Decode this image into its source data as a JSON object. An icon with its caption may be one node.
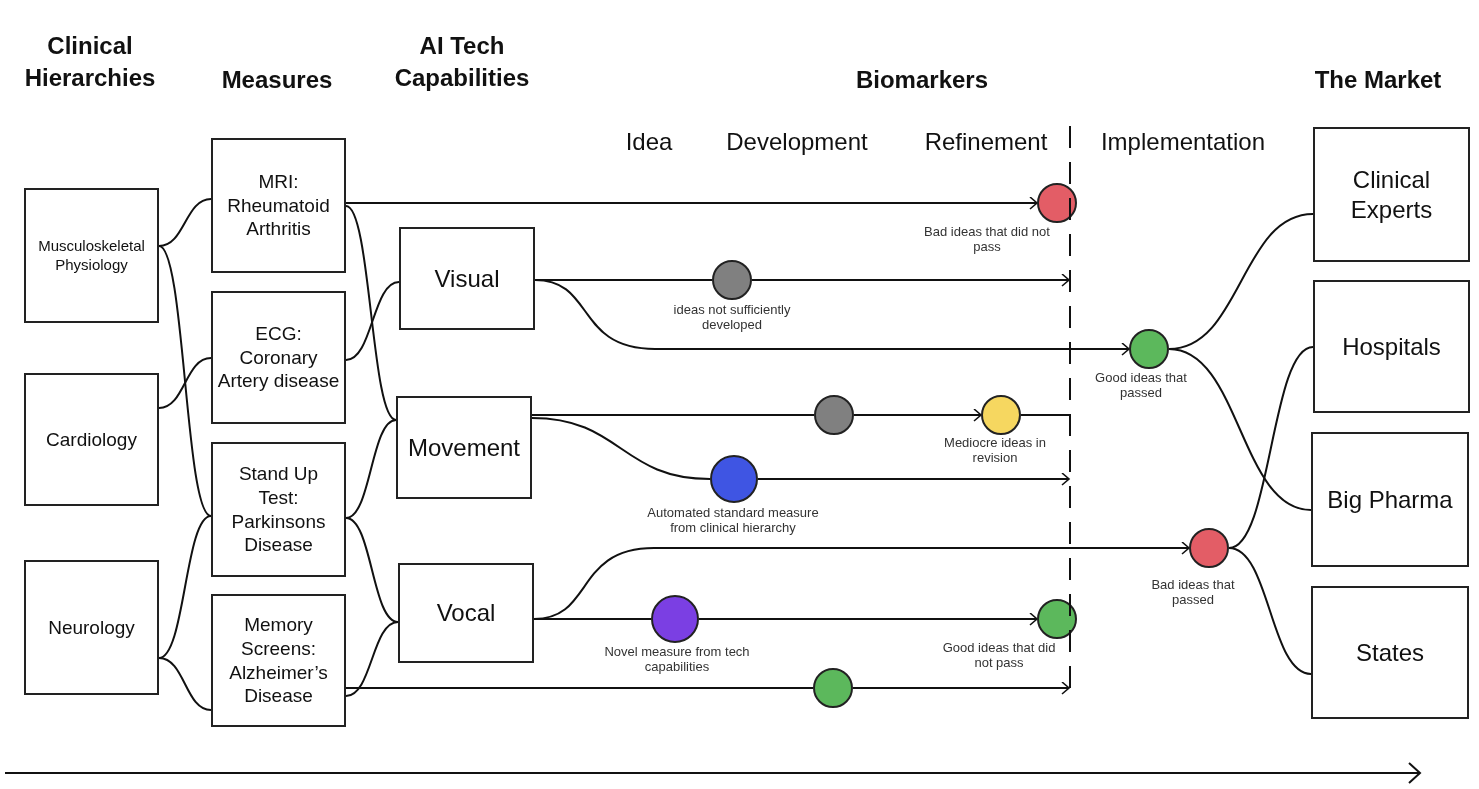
{
  "diagram": {
    "nodes": [
      {
        "text": [
          "Musculoskeletal Physiology"
        ]
      },
      {
        "text": [
          "Cardiology"
        ]
      },
      {
        "text": [
          "Neurology"
        ]
      },
      {
        "text": [
          "MRI: Rheumatoid Arthritis"
        ]
      },
      {
        "text": [
          "ECG: Coronary Artery disease"
        ]
      },
      {
        "text": [
          "Stand Up Test: Parkinsons Disease"
        ]
      },
      {
        "text": [
          "Memory Screens: Alzheimer’s Disease"
        ]
      },
      {
        "text": [
          "Visual"
        ]
      },
      {
        "text": [
          "Movement"
        ]
      },
      {
        "text": [
          "Vocal"
        ]
      },
      {
        "text": [
          "Clinical Experts"
        ]
      },
      {
        "text": [
          "Hospitals"
        ]
      },
      {
        "text": [
          "Big Pharma"
        ]
      },
      {
        "text": [
          "States"
        ]
      },
      {
        "text": [],
        "shape": "circle",
        "beside": [
          "Bad ideas that did not pass"
        ]
      },
      {
        "text": [],
        "shape": "circle",
        "beside": [
          "ideas not sufficiently developed"
        ]
      },
      {
        "text": [],
        "shape": "circle",
        "beside": [
          "Good ideas that passed"
        ]
      },
      {
        "text": [],
        "shape": "circle"
      },
      {
        "text": [],
        "shape": "circle",
        "beside": [
          "Mediocre ideas in revision"
        ]
      },
      {
        "text": [],
        "shape": "circle",
        "beside": [
          "Automated standard measure from clinical hierarchy"
        ]
      },
      {
        "text": [],
        "shape": "circle",
        "beside": [
          "Bad ideas that passed"
        ]
      },
      {
        "text": [],
        "shape": "circle",
        "beside": [
          "Novel measure from tech capabilities"
        ]
      },
      {
        "text": [],
        "shape": "circle",
        "beside": [
          "Good ideas that did not pass"
        ]
      },
      {
        "text": [],
        "shape": "circle"
      },
      {
        "text": [],
        "shape": "line"
      }
    ],
    "edges": [
      {
        "from": 0,
        "to": 3,
        "arrow": "none"
      },
      {
        "from": 0,
        "to": 5,
        "arrow": "none"
      },
      {
        "from": 1,
        "to": 4,
        "arrow": "none"
      },
      {
        "from": 2,
        "to": 5,
        "arrow": "none"
      },
      {
        "from": 2,
        "to": 6,
        "arrow": "none"
      },
      {
        "from": 3,
        "to": 8,
        "arrow": "none"
      },
      {
        "from": 4,
        "to": 7,
        "arrow": "none"
      },
      {
        "from": 5,
        "to": 8,
        "arrow": "none"
      },
      {
        "from": 5,
        "to": 9,
        "arrow": "none"
      },
      {
        "from": 6,
        "to": 9,
        "arrow": "none"
      },
      {
        "from": 3,
        "to": 14,
        "arrow": "to"
      },
      {
        "from": 6,
        "to": 23,
        "arrow": "none"
      },
      {
        "from": 23,
        "to": 24,
        "arrow": "to"
      },
      {
        "from": 7,
        "to": 15,
        "arrow": "none"
      },
      {
        "from": 15,
        "to": 24,
        "arrow": "to"
      },
      {
        "from": 7,
        "to": 16,
        "arrow": "to"
      },
      {
        "from": 16,
        "to": 10,
        "arrow": "none"
      },
      {
        "from": 16,
        "to": 12,
        "arrow": "none"
      },
      {
        "from": 8,
        "to": 17,
        "arrow": "none"
      },
      {
        "from": 17,
        "to": 18,
        "arrow": "to"
      },
      {
        "from": 18,
        "to": 24,
        "arrow": "none"
      },
      {
        "from": 8,
        "to": 19,
        "arrow": "none"
      },
      {
        "from": 19,
        "to": 24,
        "arrow": "to"
      },
      {
        "from": 9,
        "to": 20,
        "arrow": "to"
      },
      {
        "from": 20,
        "to": 11,
        "arrow": "none"
      },
      {
        "from": 20,
        "to": 13,
        "arrow": "none"
      },
      {
        "from": 9,
        "to": 21,
        "arrow": "none"
      },
      {
        "from": 21,
        "to": 22,
        "arrow": "to"
      }
    ],
    "labels": [
      "Clinical Hierarchies",
      "Measures",
      "AI Tech Capabilities",
      "Biomarkers",
      "The Market",
      "Idea",
      "Development",
      "Refinement",
      "Implementation"
    ]
  }
}
